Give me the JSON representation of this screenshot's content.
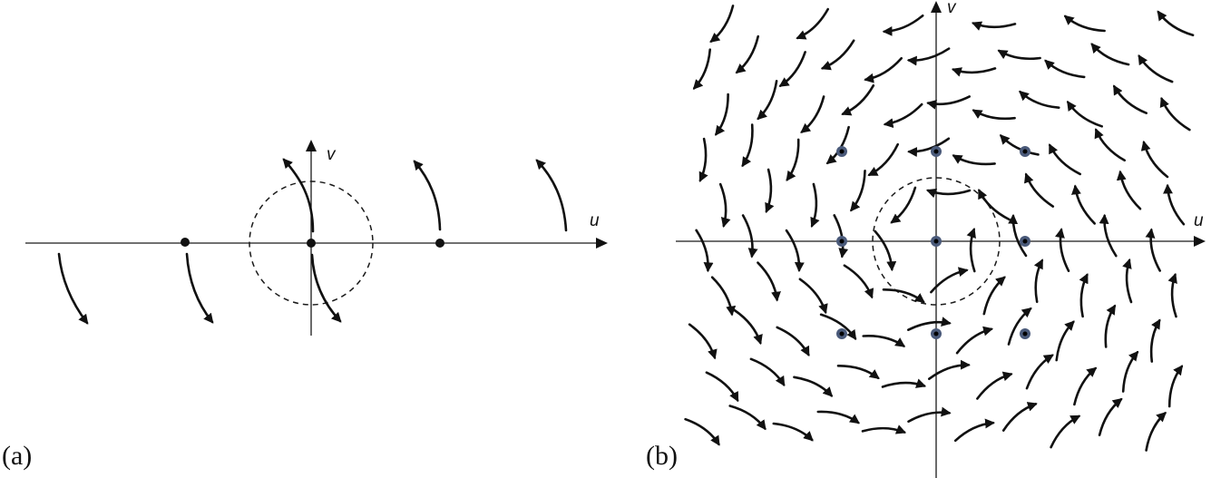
{
  "panels": [
    {
      "id": "a",
      "label": "(a)",
      "axis_labels": {
        "horizontal": "u",
        "vertical": "v"
      }
    },
    {
      "id": "b",
      "label": "(b)",
      "axis_labels": {
        "horizontal": "u",
        "vertical": "v"
      }
    }
  ],
  "colors": {
    "ink": "#111111",
    "fixed_point_plain": "#111111",
    "fixed_point_ring": "#4a5a7a"
  }
}
